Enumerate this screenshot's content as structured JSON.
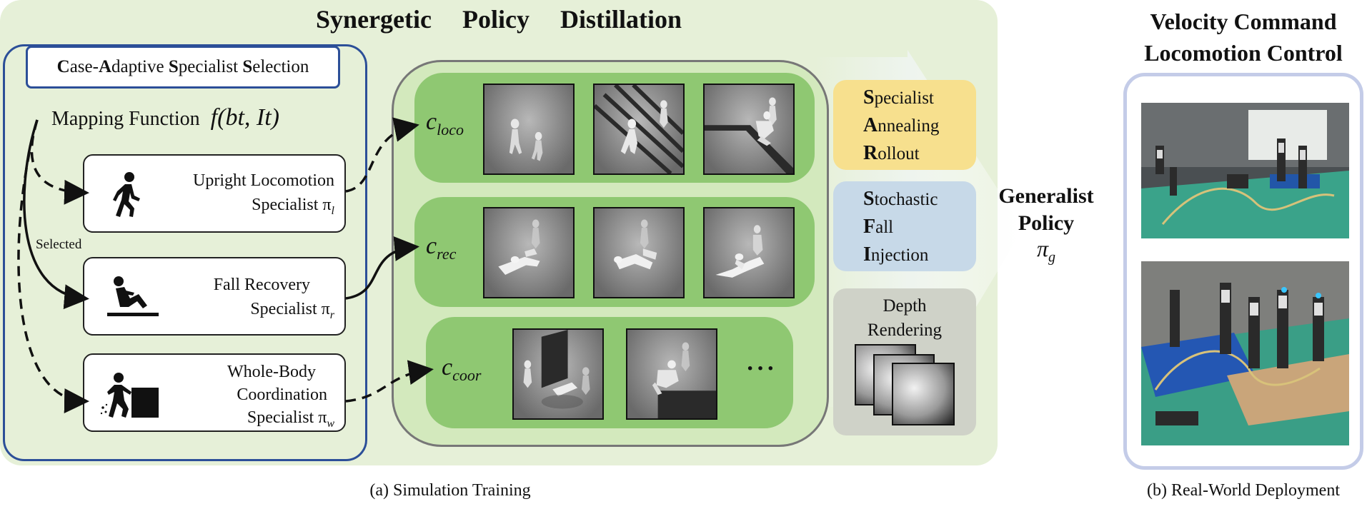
{
  "main_title": "Synergetic Policy Distillation",
  "case_selection": {
    "title_parts": [
      {
        "text": "C",
        "bold": true
      },
      {
        "text": "ase-",
        "bold": false
      },
      {
        "text": "A",
        "bold": true
      },
      {
        "text": "daptive ",
        "bold": false
      },
      {
        "text": "S",
        "bold": true
      },
      {
        "text": "pecialist ",
        "bold": false
      },
      {
        "text": "S",
        "bold": true
      },
      {
        "text": "election",
        "bold": false
      }
    ],
    "mapping_label": "Mapping Function",
    "mapping_formula": "f(bt, It)",
    "selected_label": "Selected"
  },
  "specialists": {
    "upright": {
      "line1": "Upright Locomotion",
      "line2": "Specialist π",
      "sub": "l",
      "icon": "walking-person-icon"
    },
    "fall": {
      "line1": "Fall Recovery",
      "line2": "Specialist π",
      "sub": "r",
      "icon": "sitting-person-icon"
    },
    "whole": {
      "line1": "Whole-Body",
      "line2": "Coordination",
      "line3": "Specialist π",
      "sub": "w",
      "icon": "pushing-box-icon"
    }
  },
  "cases": {
    "loco": {
      "base": "c",
      "sub": "loco"
    },
    "rec": {
      "base": "c",
      "sub": "rec"
    },
    "coor": {
      "base": "c",
      "sub": "coor"
    },
    "ellipsis": "···"
  },
  "modules": {
    "sar": [
      {
        "first": "S",
        "rest": "pecialist"
      },
      {
        "first": "A",
        "rest": "nnealing"
      },
      {
        "first": "R",
        "rest": "ollout"
      }
    ],
    "sfi": [
      {
        "first": "S",
        "rest": "tochastic"
      },
      {
        "first": "F",
        "rest": "all"
      },
      {
        "first": "I",
        "rest": "njection"
      }
    ],
    "depth": {
      "line1": "Depth",
      "line2": "Rendering"
    }
  },
  "generalist": {
    "line1": "Generalist",
    "line2": "Policy",
    "pi": "π",
    "sub": "g"
  },
  "deployment": {
    "title_line1": "Velocity Command",
    "title_line2": "Locomotion Control"
  },
  "captions": {
    "sim": "(a) Simulation Training",
    "real": "(b) Real-World Deployment"
  },
  "colors": {
    "panel_bg": "#e6f0d8",
    "border_blue": "#2c4f98",
    "case_green": "#8fc872",
    "sar_yellow": "#f7e08e",
    "sfi_blue": "#c7d9e8",
    "depth_gray": "#cfd2c8",
    "deploy_frame": "#c4cce8"
  }
}
